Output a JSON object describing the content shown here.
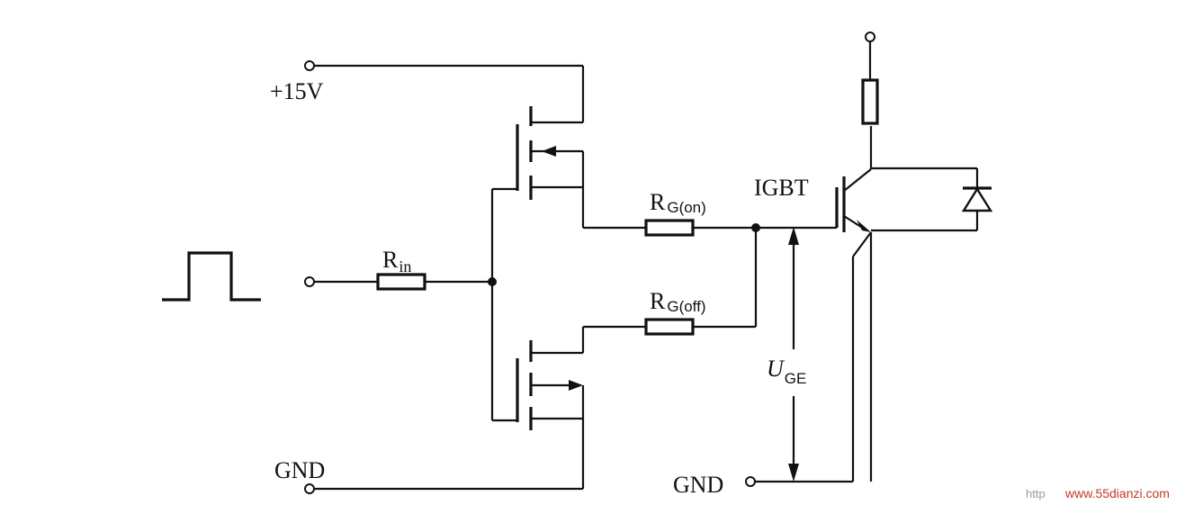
{
  "labels": {
    "supply": "+15V",
    "gnd_left": "GND",
    "gnd_right": "GND",
    "igbt": "IGBT",
    "r_in": {
      "main": "R",
      "sub": "in"
    },
    "r_gon": {
      "main": "R",
      "sub": "G(on)"
    },
    "r_goff": {
      "main": "R",
      "sub": "G(off)"
    },
    "u_ge": {
      "main": "U",
      "sub": "GE"
    }
  },
  "watermark": {
    "prefix": "http",
    "url": "www.55dianzi.com"
  },
  "colors": {
    "wire": "#111111",
    "background": "#ffffff",
    "watermark": "#c0392b"
  }
}
